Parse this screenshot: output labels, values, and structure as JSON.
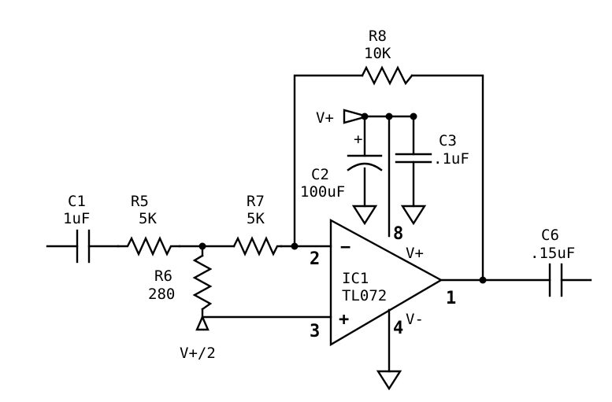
{
  "components": {
    "r8": {
      "ref": "R8",
      "value": "10K"
    },
    "c1": {
      "ref": "C1",
      "value": "1uF"
    },
    "r5": {
      "ref": "R5",
      "value": "5K"
    },
    "r7": {
      "ref": "R7",
      "value": "5K"
    },
    "r6": {
      "ref": "R6",
      "value": "280"
    },
    "c2": {
      "ref": "C2",
      "value": "100uF",
      "polarity": "+"
    },
    "c3": {
      "ref": "C3",
      "value": ".1uF"
    },
    "c6": {
      "ref": "C6",
      "value": ".15uF"
    },
    "ic1": {
      "ref": "IC1",
      "value": "TL072"
    }
  },
  "power": {
    "vplus": "V+",
    "vhalf": "V+/2",
    "vminus_pin": "V-",
    "vplus_pin": "V+"
  },
  "pins": {
    "inverting_symbol": "−",
    "noninverting_symbol": "+",
    "p1": "1",
    "p2": "2",
    "p3": "3",
    "p4": "4",
    "p8": "8"
  }
}
